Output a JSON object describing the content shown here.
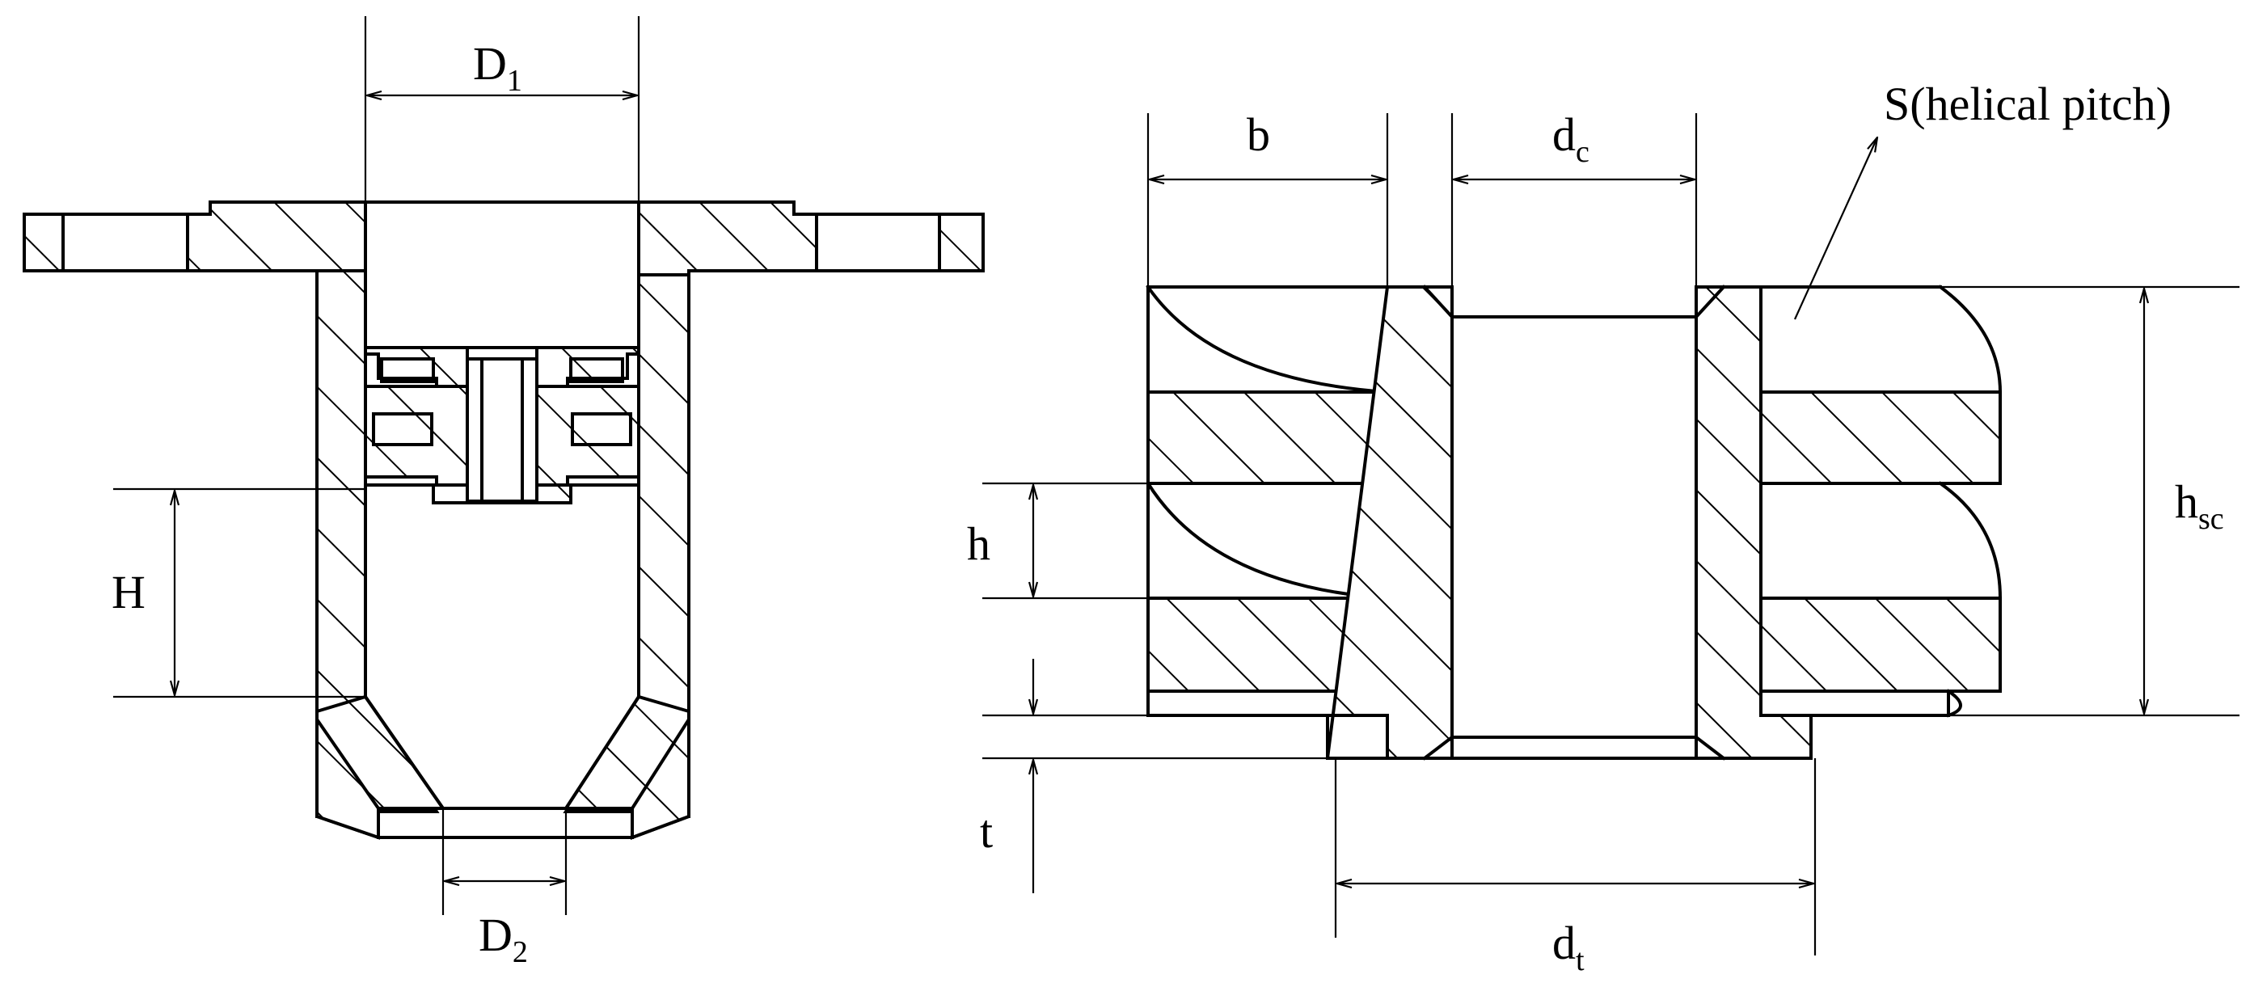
{
  "labels": {
    "D1": {
      "main": "D",
      "sub": "1"
    },
    "D2": {
      "main": "D",
      "sub": "2"
    },
    "H": {
      "main": "H"
    },
    "b": {
      "main": "b"
    },
    "dc": {
      "main": "d",
      "sub": "c"
    },
    "S": {
      "main": "S(helical pitch)"
    },
    "h": {
      "main": "h"
    },
    "hsc": {
      "main": "h",
      "sub": "sc"
    },
    "t": {
      "main": "t"
    },
    "dt": {
      "main": "d",
      "sub": "t"
    }
  },
  "colors": {
    "line": "#000000",
    "background": "#ffffff"
  }
}
